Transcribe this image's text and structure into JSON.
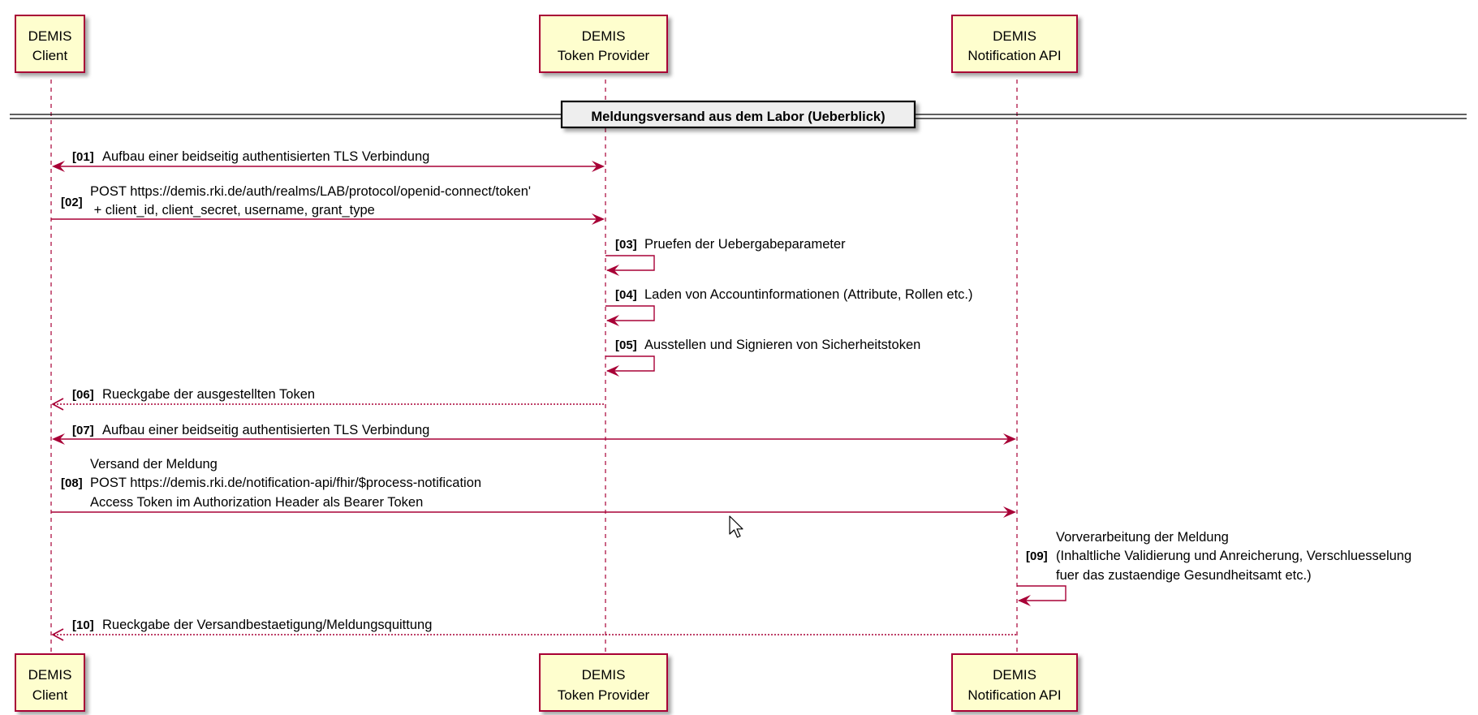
{
  "participants": [
    {
      "id": "client",
      "line1": "DEMIS",
      "line2": "Client"
    },
    {
      "id": "token",
      "line1": "DEMIS",
      "line2": "Token Provider"
    },
    {
      "id": "api",
      "line1": "DEMIS",
      "line2": "Notification API"
    }
  ],
  "divider": {
    "label": "Meldungsversand aus dem Labor (Ueberblick)"
  },
  "messages": [
    {
      "num": "[01]",
      "lines": [
        "Aufbau einer beidseitig authentisierten TLS Verbindung"
      ],
      "from": "client",
      "to": "token",
      "style": "bidirectional"
    },
    {
      "num": "[02]",
      "lines": [
        "POST https://demis.rki.de/auth/realms/LAB/protocol/openid-connect/token'",
        " + client_id, client_secret, username, grant_type"
      ],
      "from": "client",
      "to": "token",
      "style": "solid"
    },
    {
      "num": "[03]",
      "lines": [
        "Pruefen der Uebergabeparameter"
      ],
      "from": "token",
      "to": "token",
      "style": "self"
    },
    {
      "num": "[04]",
      "lines": [
        "Laden von Accountinformationen (Attribute, Rollen etc.)"
      ],
      "from": "token",
      "to": "token",
      "style": "self"
    },
    {
      "num": "[05]",
      "lines": [
        "Ausstellen und Signieren von Sicherheitstoken"
      ],
      "from": "token",
      "to": "token",
      "style": "self"
    },
    {
      "num": "[06]",
      "lines": [
        "Rueckgabe der ausgestellten Token"
      ],
      "from": "token",
      "to": "client",
      "style": "dotted"
    },
    {
      "num": "[07]",
      "lines": [
        "Aufbau einer beidseitig authentisierten TLS Verbindung"
      ],
      "from": "client",
      "to": "api",
      "style": "bidirectional"
    },
    {
      "num": "[08]",
      "lines": [
        "Versand der Meldung",
        "POST https://demis.rki.de/notification-api/fhir/$process-notification",
        "Access Token im Authorization Header als Bearer Token"
      ],
      "from": "client",
      "to": "api",
      "style": "solid"
    },
    {
      "num": "[09]",
      "lines": [
        "Vorverarbeitung der Meldung",
        "(Inhaltliche Validierung und Anreicherung, Verschluesselung",
        "fuer das zustaendige Gesundheitsamt etc.)"
      ],
      "from": "api",
      "to": "api",
      "style": "self"
    },
    {
      "num": "[10]",
      "lines": [
        "Rueckgabe der Versandbestaetigung/Meldungsquittung"
      ],
      "from": "api",
      "to": "client",
      "style": "dotted"
    }
  ],
  "colors": {
    "line": "#A80036",
    "participant_fill": "#FEFECE",
    "participant_border": "#A80036",
    "divider_fill": "#EEEEEE",
    "text": "#000000"
  }
}
